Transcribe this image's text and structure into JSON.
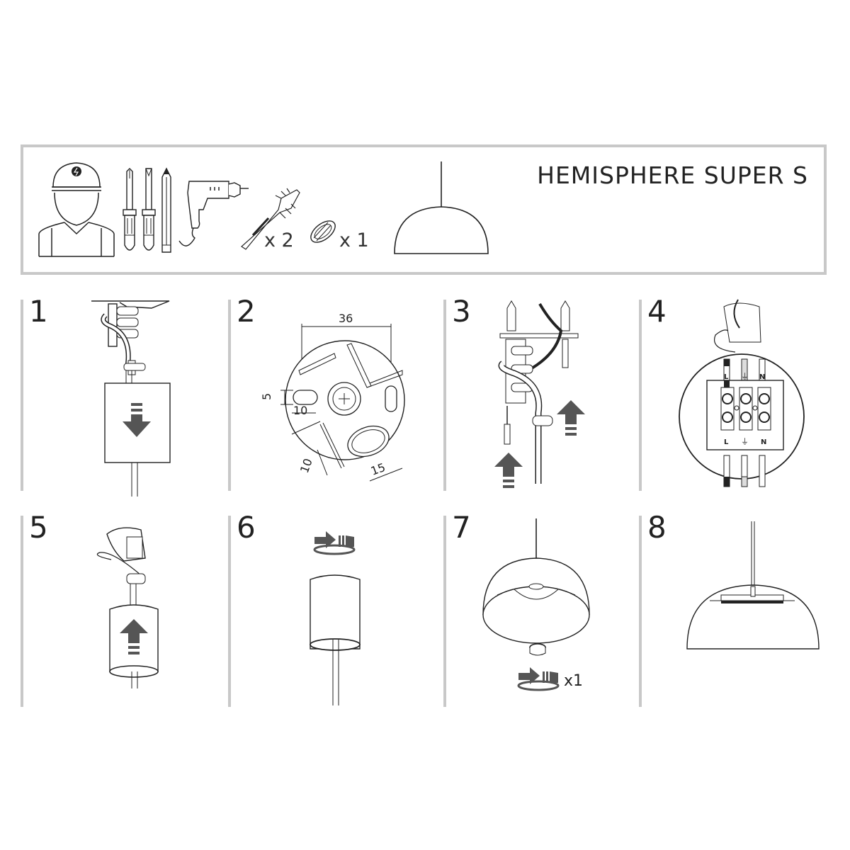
{
  "header": {
    "title": "HEMISPHERE SUPER S",
    "tools": [
      {
        "icon": "electrician-icon"
      },
      {
        "icon": "phillips-screwdriver-icon"
      },
      {
        "icon": "flat-screwdriver-icon"
      },
      {
        "icon": "pencil-icon"
      },
      {
        "icon": "drill-icon"
      },
      {
        "icon": "wall-plug-screw-icon",
        "quantity": "x 2"
      },
      {
        "icon": "canopy-cap-icon",
        "quantity": "x 1"
      },
      {
        "icon": "pendant-lamp-icon"
      }
    ]
  },
  "steps": [
    {
      "number": "1",
      "description": "Slide canopy down along cable",
      "arrow": "down"
    },
    {
      "number": "2",
      "description": "Mounting plate dimensions",
      "dimensions": {
        "width": "36",
        "slot_height": "5",
        "slot_width": "10",
        "oval_width": "15",
        "oval_height": "10"
      }
    },
    {
      "number": "3",
      "description": "Fix mounting plate to ceiling with 2 wall plugs and screws",
      "arrow": "up"
    },
    {
      "number": "4",
      "description": "Connect wires to terminal block",
      "terminal_labels_top": [
        "L",
        "⏚",
        "N"
      ],
      "terminal_labels_bottom": [
        "L",
        "⏚",
        "N"
      ]
    },
    {
      "number": "5",
      "description": "Slide canopy up over mounting plate",
      "arrow": "up"
    },
    {
      "number": "6",
      "description": "Tighten canopy ring",
      "icon": "rotate-tighten-icon"
    },
    {
      "number": "7",
      "description": "Attach cap to lamp shade",
      "quantity": "x1",
      "icon": "rotate-tighten-icon"
    },
    {
      "number": "8",
      "description": "Assembled pendant lamp"
    }
  ],
  "colors": {
    "border": "#c8c8c8",
    "line": "#222222",
    "arrow": "#555555"
  }
}
